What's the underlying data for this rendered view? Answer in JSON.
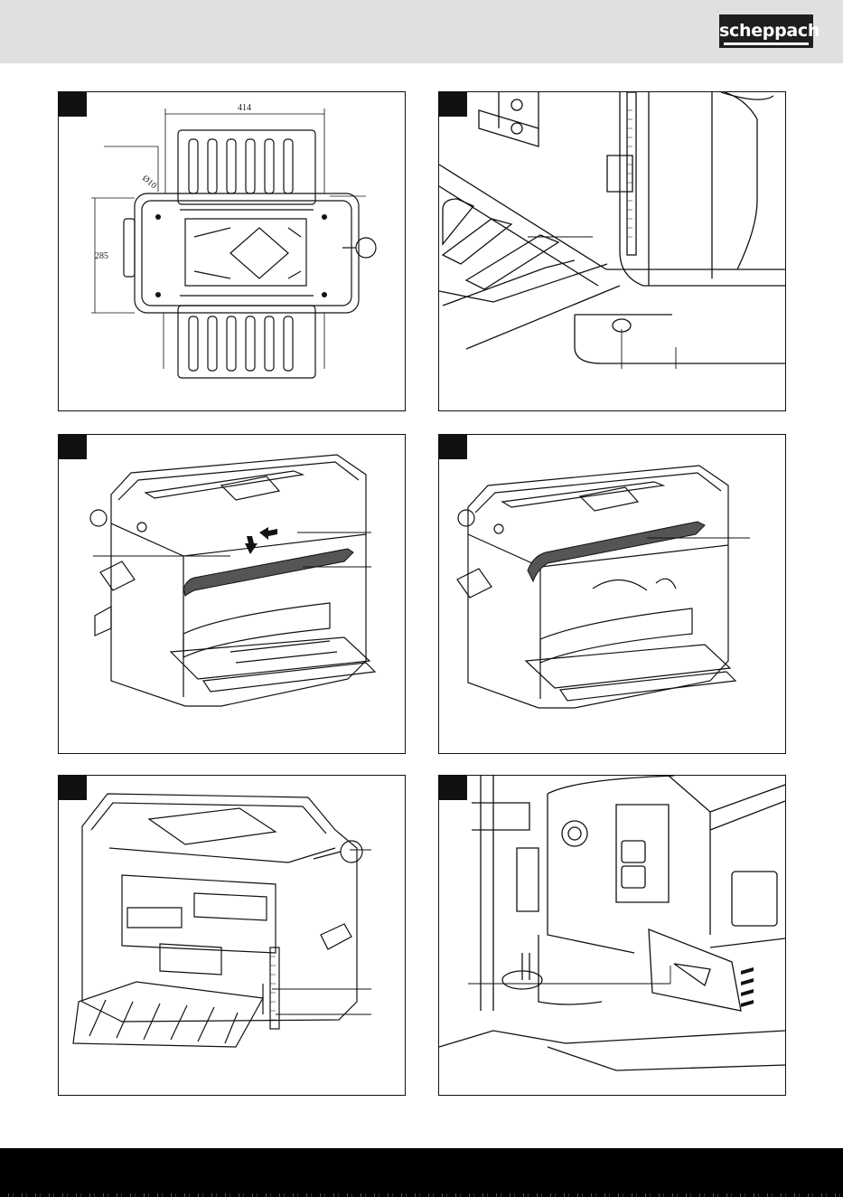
{
  "brand": {
    "name": "scheppach"
  },
  "figure1": {
    "dimension_width": "414",
    "dimension_height": "285",
    "hole_diameter": "Ø10"
  },
  "colors": {
    "header_bg": "#e0e0e0",
    "logo_bg": "#1e1e1e",
    "footer_bg": "#000000",
    "line": "#111111"
  }
}
